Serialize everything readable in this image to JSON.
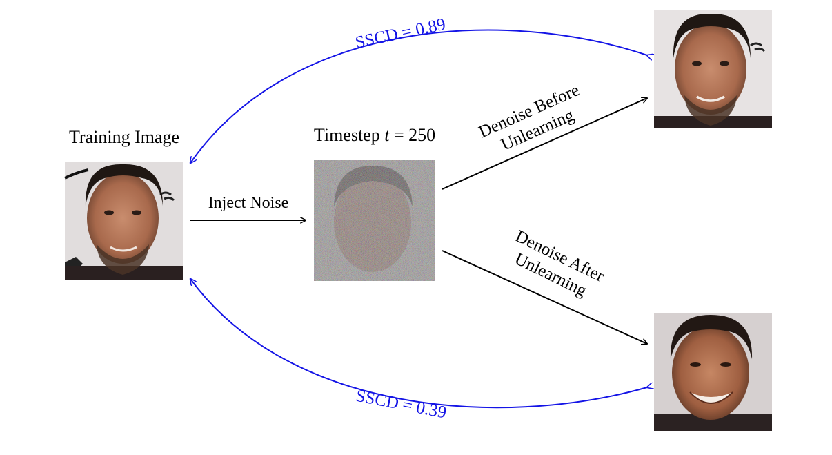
{
  "labels": {
    "training_image": "Training Image",
    "timestep_prefix": "Timestep ",
    "timestep_var": "t",
    "timestep_eq": " = 250",
    "inject_noise": "Inject Noise",
    "denoise_before_line1": "Denoise Before",
    "denoise_before_line2": "Unlearning",
    "denoise_after_line1": "Denoise After",
    "denoise_after_line2": "Unlearning",
    "sscd_top": "SSCD = 0.89",
    "sscd_bottom": "SSCD = 0.39"
  },
  "colors": {
    "blue_arrow": "#1414e6",
    "black_arrow": "#000000"
  }
}
